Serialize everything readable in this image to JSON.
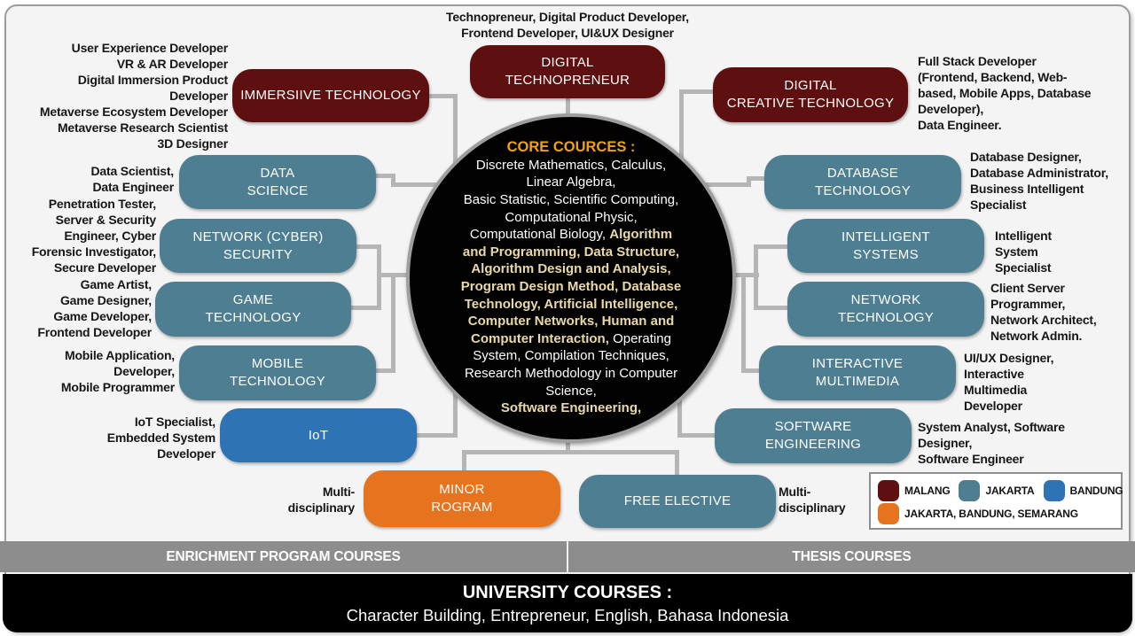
{
  "colors": {
    "maroon": "#5e0f0f",
    "teal": "#4e7e92",
    "blue": "#2e74b5",
    "orange": "#e6731e",
    "connector_gray": "#b5b5b5",
    "bar_gray": "#8d8d8d",
    "circle_background": "#020202",
    "core_heading_gold": "#f0a30a",
    "core_course_gold": "#e9d9a6"
  },
  "top_annotation": "Technopreneur, Digital Product Developer,\nFrontend Developer, UI&UX Designer",
  "nodes": {
    "immersive": {
      "label": "IMMERSIIVE TECHNOLOGY"
    },
    "technopreneur": {
      "label": "DIGITAL\nTECHNOPRENEUR"
    },
    "creative": {
      "label": "DIGITAL\nCREATIVE TECHNOLOGY"
    },
    "data_science": {
      "label": "DATA\nSCIENCE"
    },
    "cyber_security": {
      "label": "NETWORK (CYBER)\nSECURITY"
    },
    "game": {
      "label": "GAME\nTECHNOLOGY"
    },
    "mobile": {
      "label": "MOBILE\nTECHNOLOGY"
    },
    "iot": {
      "label": "IoT"
    },
    "minor": {
      "label": "MINOR\nROGRAM"
    },
    "free_elective": {
      "label": "FREE ELECTIVE"
    },
    "database": {
      "label": "DATABASE\nTECHNOLOGY"
    },
    "intelligent": {
      "label": "INTELLIGENT\nSYSTEMS"
    },
    "network": {
      "label": "NETWORK\nTECHNOLOGY"
    },
    "interactive": {
      "label": "INTERACTIVE\nMULTIMEDIA"
    },
    "software": {
      "label": "SOFTWARE\nENGINEERING"
    }
  },
  "annotations": {
    "left": {
      "immersive": "User Experience Developer\nVR & AR Developer\nDigital Immersion Product\nDeveloper\nMetaverse Ecosystem Developer\nMetaverse Research Scientist\n3D Designer",
      "data_science": "Data Scientist,\nData Engineer",
      "cyber_security": "Penetration Tester,\nServer & Security\nEngineer,  Cyber\nForensic Investigator,\nSecure Developer",
      "game": "Game Artist,\nGame Designer,\nGame Developer,\nFrontend Developer",
      "mobile": "Mobile Application,\nDeveloper,\nMobile Programmer",
      "iot": "IoT Specialist,\nEmbedded System\nDeveloper",
      "minor": "Multi-\ndisciplinary"
    },
    "right": {
      "creative": "Full Stack Developer\n(Frontend, Backend, Web-\nbased, Mobile Apps, Database\nDeveloper),\nData Engineer.",
      "database": "Database Designer,\nDatabase Administrator,\nBusiness Intelligent\nSpecialist",
      "intelligent": "Intelligent\nSystem\nSpecialist",
      "network": "Client Server\nProgrammer,\nNetwork Architect,\nNetwork Admin.",
      "interactive": "UI/UX Designer,\nInteractive\nMultimedia\nDeveloper",
      "software": "System Analyst, Software\nDesigner,\nSoftware Engineer",
      "free_elective": "Multi-\ndisciplinary"
    }
  },
  "core_circle": {
    "lines": [
      [
        {
          "t": "CORE COURCES :",
          "s": "h"
        }
      ],
      [
        {
          "t": "Discrete Mathematics, Calculus,",
          "s": "w"
        }
      ],
      [
        {
          "t": "Linear Algebra,",
          "s": "w"
        }
      ],
      [
        {
          "t": "Basic Statistic, Scientific Computing,",
          "s": "w"
        }
      ],
      [
        {
          "t": "Computational Physic,",
          "s": "w"
        }
      ],
      [
        {
          "t": "Computational Biology,  ",
          "s": "w"
        },
        {
          "t": "Algorithm",
          "s": "g"
        }
      ],
      [
        {
          "t": "and Programming, Data Structure,",
          "s": "g"
        }
      ],
      [
        {
          "t": "Algorithm Design and Analysis,",
          "s": "g"
        }
      ],
      [
        {
          "t": "Program Design Method, Database",
          "s": "g"
        }
      ],
      [
        {
          "t": "Technology, Artificial Intelligence,",
          "s": "g"
        }
      ],
      [
        {
          "t": "Computer Networks, Human and",
          "s": "g"
        }
      ],
      [
        {
          "t": "Computer Interaction, ",
          "s": "g"
        },
        {
          "t": "Operating",
          "s": "w"
        }
      ],
      [
        {
          "t": "System, Compilation Techniques,",
          "s": "w"
        }
      ],
      [
        {
          "t": "Research Methodology in Computer",
          "s": "w"
        }
      ],
      [
        {
          "t": "Science,",
          "s": "w"
        }
      ],
      [
        {
          "t": "Software Engineering,",
          "s": "g"
        }
      ]
    ]
  },
  "legend": {
    "malang": "MALANG",
    "jakarta": "JAKARTA",
    "bandung": "BANDUNG",
    "jakarta_bandung_semarang": "JAKARTA, BANDUNG, SEMARANG"
  },
  "bottom": {
    "enrichment": "ENRICHMENT PROGRAM COURSES",
    "thesis": "THESIS COURSES",
    "university_title": "UNIVERSITY COURSES :",
    "university_courses": "Character Building, Entrepreneur, English, Bahasa Indonesia"
  }
}
